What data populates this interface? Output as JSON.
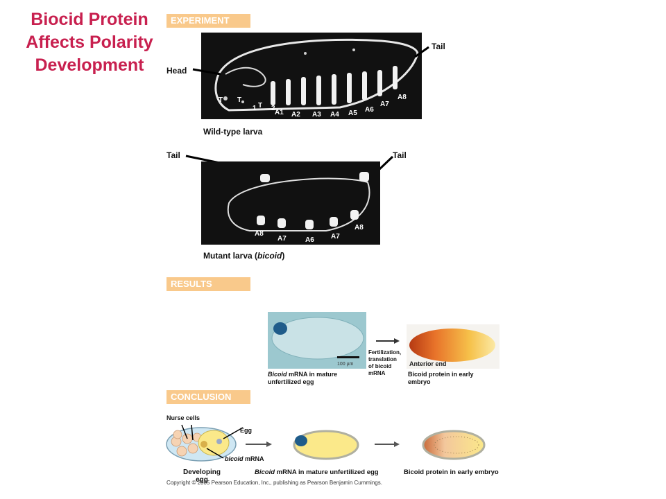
{
  "title": "Biocid Protein\nAffects Polarity\nDevelopment",
  "sections": {
    "experiment": "EXPERIMENT",
    "results": "RESULTS",
    "conclusion": "CONCLUSION"
  },
  "wild_type": {
    "head_label": "Head",
    "tail_label": "Tail",
    "caption": "Wild-type larva",
    "segments": [
      "T",
      "T",
      "1",
      "T",
      "2",
      "A1",
      "A2",
      "A3",
      "A4",
      "A5",
      "A6",
      "A7",
      "A8"
    ]
  },
  "mutant": {
    "tail_left": "Tail",
    "tail_right": "Tail",
    "caption_prefix": "Mutant larva (",
    "caption_italic": "bicoid",
    "caption_suffix": ")",
    "segments": [
      "A8",
      "A7",
      "A6",
      "A7",
      "A8"
    ]
  },
  "results": {
    "scale_bar": "100 µm",
    "mrna_caption_italic": "Bicoid",
    "mrna_caption_rest": " mRNA in mature\nunfertilized egg",
    "arrow_caption": "Fertilization,\ntranslation\nof bicoid\nmRNA",
    "anterior_end": "Anterior end",
    "protein_caption": "Bicoid protein in early\nembryo"
  },
  "conclusion": {
    "nurse_cells": "Nurse cells",
    "egg": "Egg",
    "bicoid_mrna_italic": "bicoid",
    "bicoid_mrna_rest": " mRNA",
    "developing_egg": "Developing\negg",
    "mrna_stage_italic": "Bicoid",
    "mrna_stage_rest": " mRNA in mature unfertilized egg",
    "protein_stage": "Bicoid protein in early embryo"
  },
  "copyright": "Copyright © 2005 Pearson Education, Inc., publishing as Pearson Benjamin Cummings.",
  "colors": {
    "title": "#c8204f",
    "section_bar": "#f9c98b",
    "egg_yellow": "#fbe98a",
    "mrna_blue": "#1f5c8a",
    "protein_orange": "#e8732a"
  }
}
